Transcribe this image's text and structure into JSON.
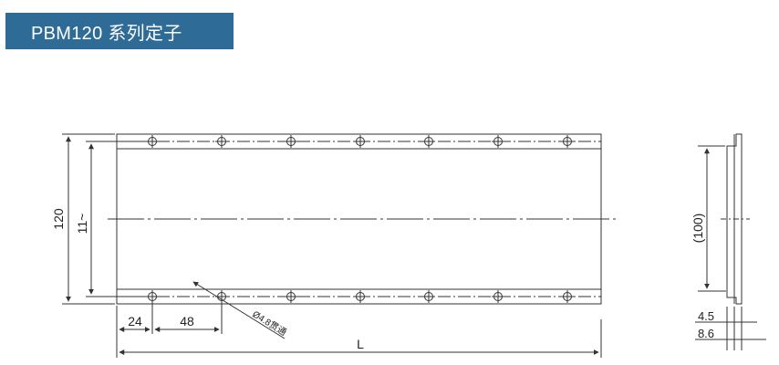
{
  "header": {
    "title": "PBM120 系列定子",
    "color": "#2f6b97"
  },
  "front_view": {
    "height_label": "120",
    "hole_spacing_label": "11~",
    "edge_offset_label": "24",
    "pitch_label": "48",
    "hole_label": "Ø4.8贯通",
    "length_label": "L"
  },
  "side_view": {
    "height_label": "(100)",
    "thickness_inner_label": "4.5",
    "thickness_outer_label": "8.6"
  }
}
